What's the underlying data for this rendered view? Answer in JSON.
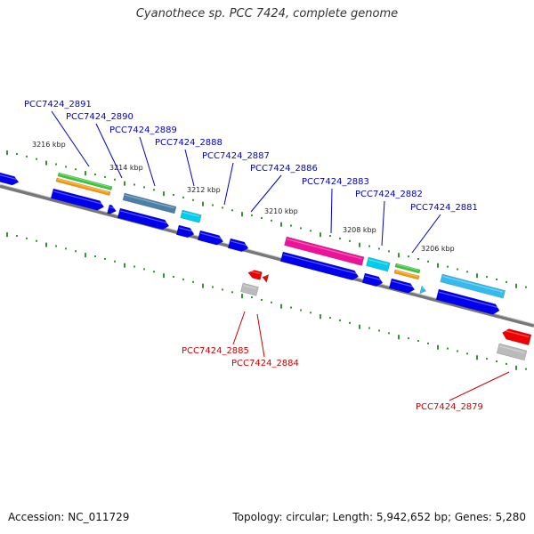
{
  "title": "Cyanothece sp. PCC 7424, complete genome",
  "footer": {
    "accession": "Accession: NC_011729",
    "summary": "Topology: circular; Length: 5,942,652 bp; Genes: 5,280"
  },
  "scale_labels": [
    "3216 kbp",
    "3214 kbp",
    "3212 kbp",
    "3210 kbp",
    "3208 kbp",
    "3206 kbp"
  ],
  "genes_top": [
    "PCC7424_2891",
    "PCC7424_2890",
    "PCC7424_2889",
    "PCC7424_2888",
    "PCC7424_2887",
    "PCC7424_2886",
    "PCC7424_2883",
    "PCC7424_2882",
    "PCC7424_2881"
  ],
  "genes_bottom": [
    "PCC7424_2885",
    "PCC7424_2884",
    "PCC7424_2879"
  ],
  "colors": {
    "forward_label": "#0000cc",
    "reverse_label": "#cc0000",
    "cds": "#0000ee",
    "green": "#33cc33",
    "orange": "#ff9900",
    "steelblue": "#4a7fa8",
    "cyan": "#00ccee",
    "skyblue": "#33bbee",
    "pink": "#ee1199",
    "red": "#ee0000",
    "grey": "#bbbbbb",
    "backbone": "#888888",
    "tick": "#007700"
  }
}
